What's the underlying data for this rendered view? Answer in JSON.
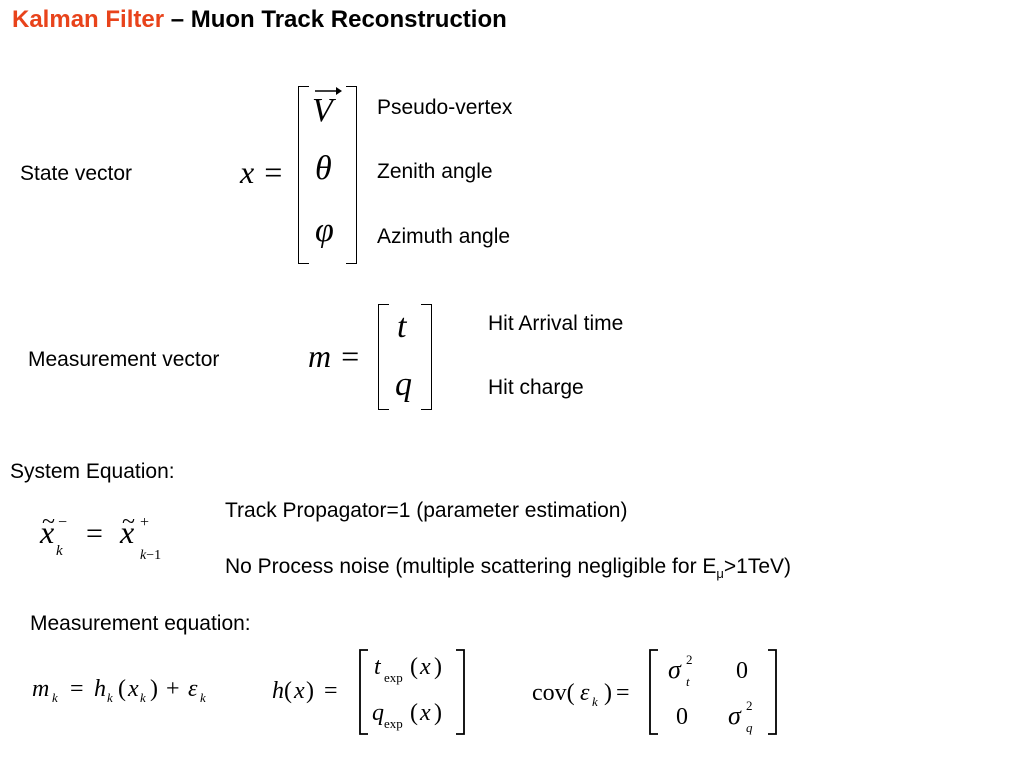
{
  "title": {
    "highlight": "Kalman Filter",
    "rest": " – Muon Track Reconstruction"
  },
  "colors": {
    "accent": "#e8431b"
  },
  "state": {
    "label": "State vector",
    "lhs": "x =",
    "components": [
      "V",
      "θ",
      "φ"
    ],
    "component_labels": [
      "Pseudo-vertex",
      "Zenith angle",
      "Azimuth angle"
    ]
  },
  "measurement": {
    "label": "Measurement vector",
    "lhs": "m =",
    "components": [
      "t",
      "q"
    ],
    "component_labels": [
      "Hit Arrival time",
      "Hit charge"
    ]
  },
  "system": {
    "heading": "System Equation:",
    "notes": [
      "Track Propagator=1 (parameter estimation)",
      "No Process noise (multiple scattering negligible for E",
      "μ",
      ">1TeV)"
    ]
  },
  "measurement_equation": {
    "heading": "Measurement equation:"
  }
}
